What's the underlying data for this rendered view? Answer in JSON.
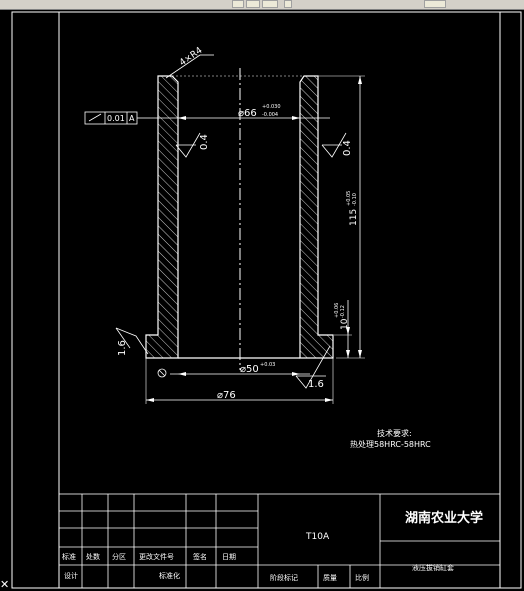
{
  "dimensions": {
    "chamfer": "4×R4",
    "inner_bore": "⌀66",
    "inner_bore_tol_upper": "+0.030",
    "inner_bore_tol_lower": "-0.004",
    "base_bore": "⌀50",
    "base_bore_tol": "+0.03",
    "outer": "⌀76",
    "height": "115",
    "height_tol_upper": "+0.05",
    "height_tol_lower": "-0.10",
    "flange": "10",
    "flange_tol_upper": "+0.06",
    "flange_tol_lower": "-0.12"
  },
  "roughness": {
    "left": "0.4",
    "right": "0.4",
    "bottom_left": "1.6",
    "bottom_right": "1.6"
  },
  "tolerance_frame": {
    "value": "0.01",
    "datum": "A"
  },
  "notes": {
    "heading": "技术要求:",
    "line1": "热处理58HRC-58HRC"
  },
  "title_block": {
    "university": "湖南农业大学",
    "material": "T10A",
    "subtitle": "液压拔销缸套",
    "row1": [
      "标准",
      "处数",
      "分区",
      "更改文件号",
      "签名",
      "日期"
    ],
    "row2": [
      "设计",
      "",
      "标准化"
    ],
    "col_labels": [
      "阶段标记",
      "质量",
      "比例"
    ]
  }
}
